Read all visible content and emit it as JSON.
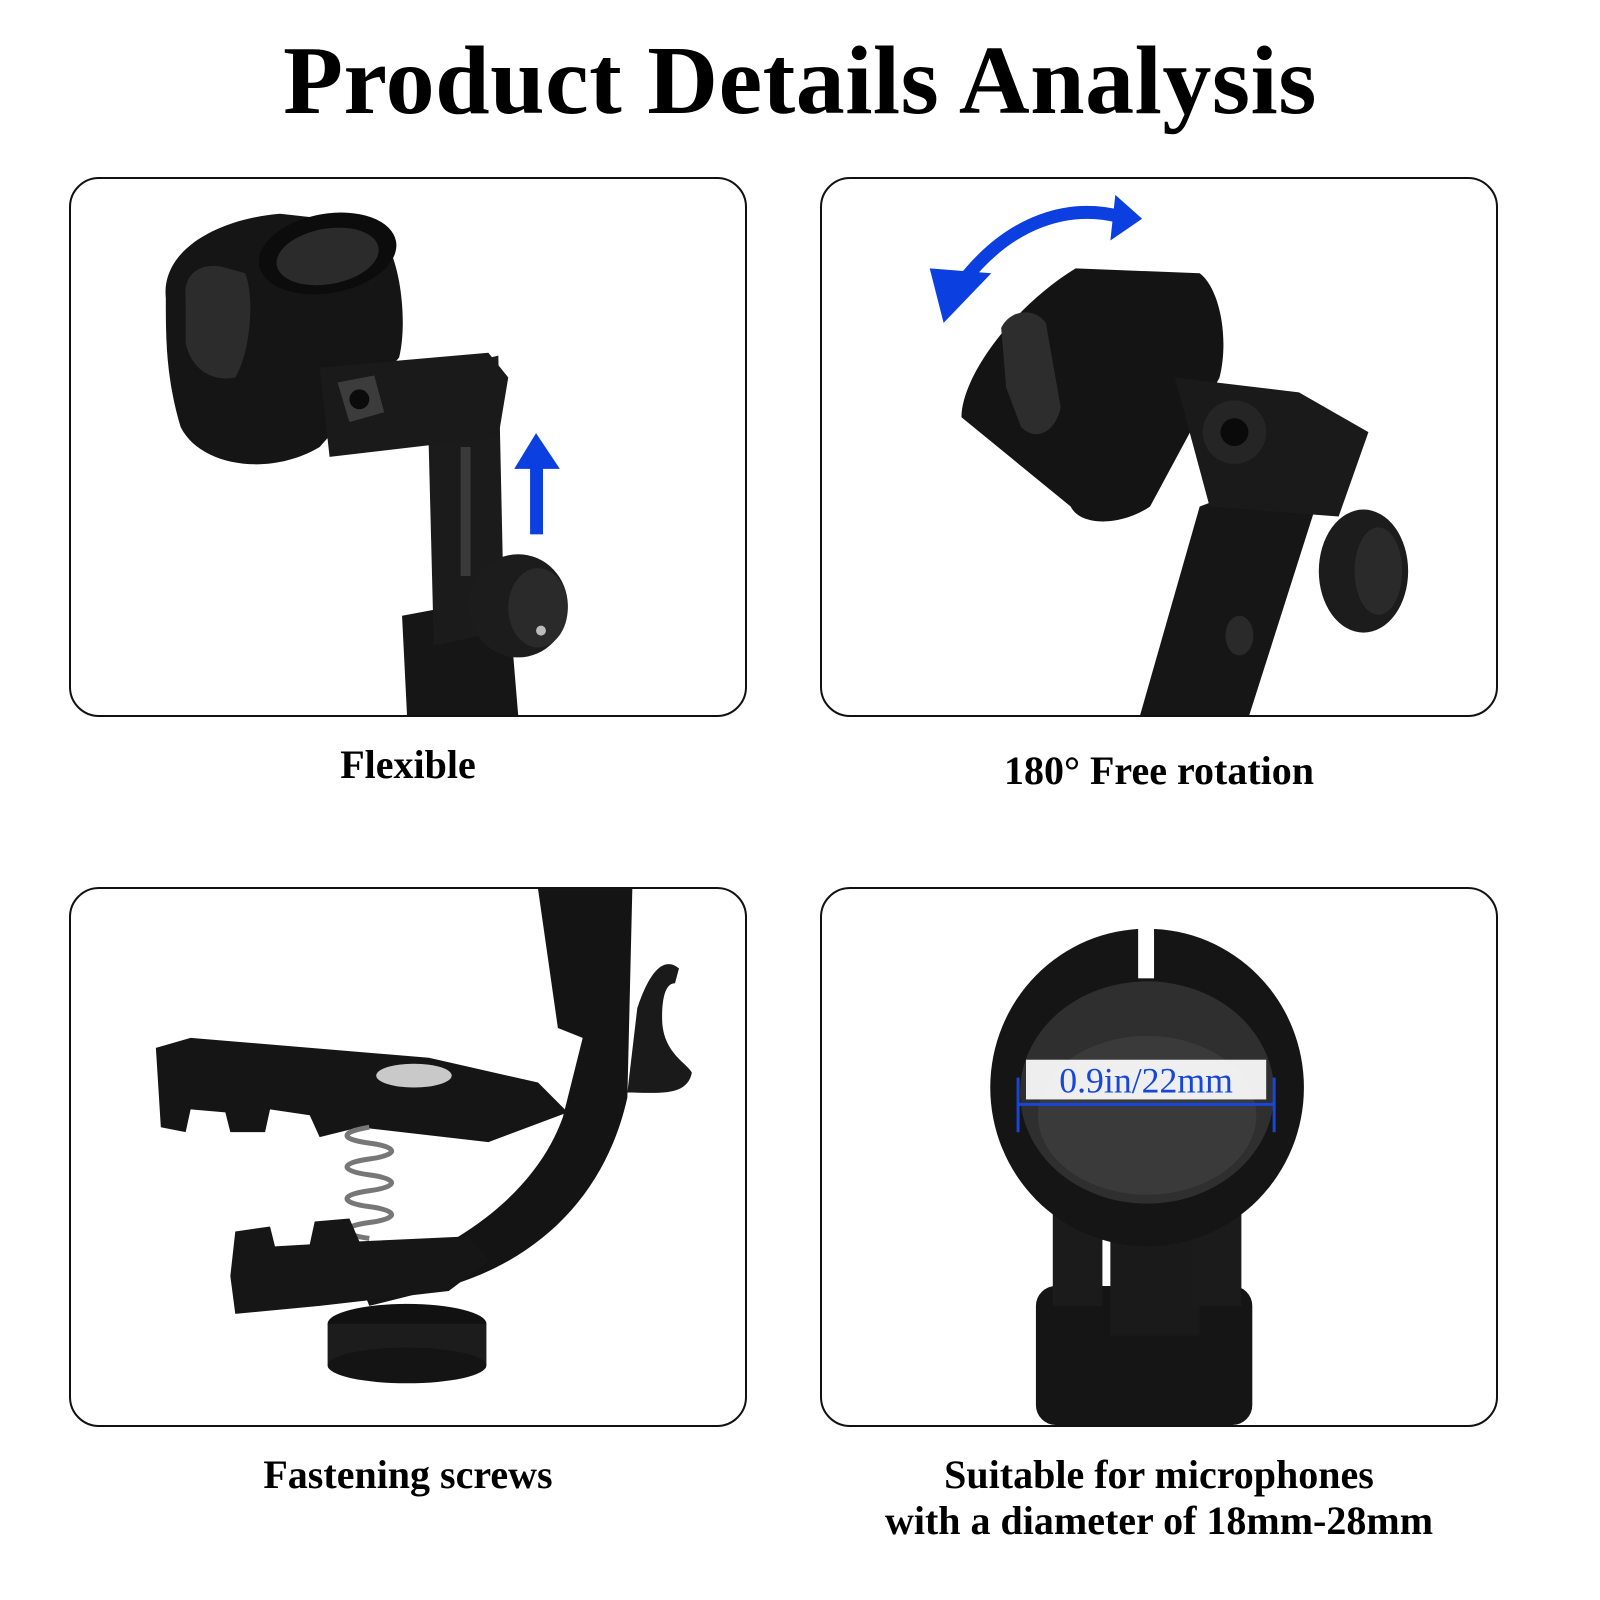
{
  "page": {
    "title": "Product Details Analysis"
  },
  "panels": [
    {
      "caption": "Flexible",
      "arrow_icon": "arrow-up-icon"
    },
    {
      "caption": "180° Free rotation",
      "arrow_icon": "curved-double-arrow-icon"
    },
    {
      "caption": "Fastening screws"
    },
    {
      "caption_line1": "Suitable for microphones",
      "caption_line2": "with a diameter of 18mm-28mm",
      "measurement": "0.9in/22mm"
    }
  ],
  "colors": {
    "accent_blue": "#0b3fe0",
    "product_black": "#141414",
    "border": "#111111"
  }
}
